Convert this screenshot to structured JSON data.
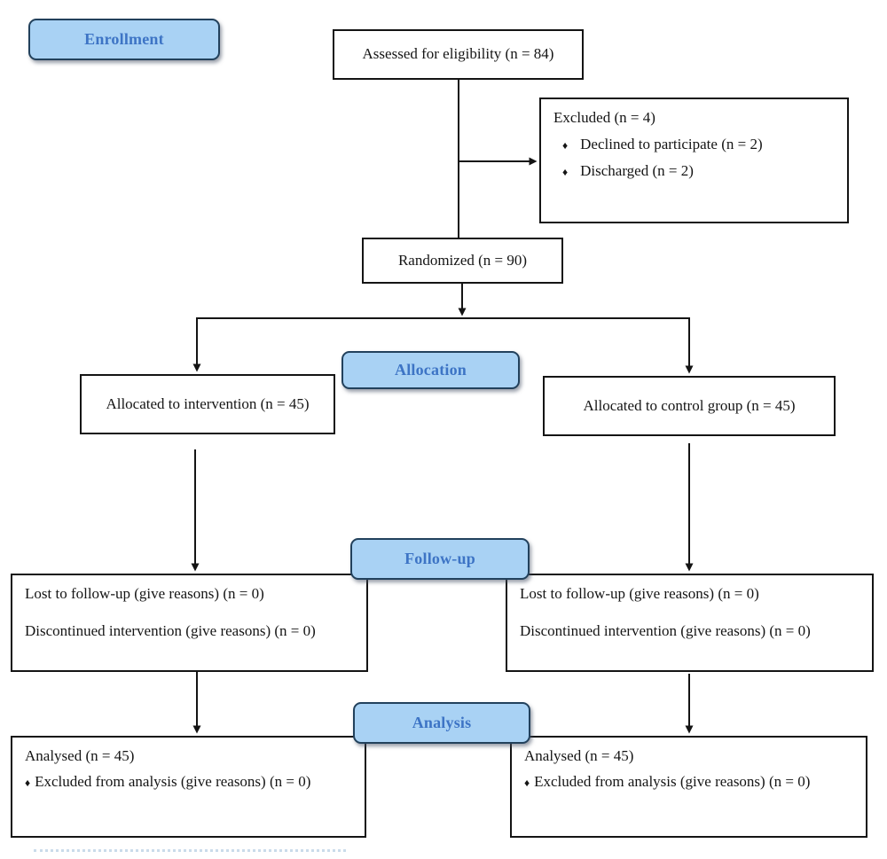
{
  "badges": {
    "enrollment": "Enrollment",
    "allocation": "Allocation",
    "followup": "Follow-up",
    "analysis": "Analysis"
  },
  "bullet_glyph": "♦",
  "boxes": {
    "assessed": "Assessed for eligibility (n = 84)",
    "excluded": {
      "title": "Excluded (n = 4)",
      "items": [
        "Declined to participate (n = 2)",
        "Discharged (n = 2)"
      ]
    },
    "randomized": "Randomized (n = 90)",
    "allocated_intervention": "Allocated to intervention (n = 45)",
    "allocated_control": "Allocated to control group (n = 45)",
    "followup_left": {
      "line1": "Lost to follow-up (give reasons) (n = 0)",
      "line2": "Discontinued intervention (give reasons) (n = 0)"
    },
    "followup_right": {
      "line1": "Lost to follow-up (give reasons) (n = 0)",
      "line2": "Discontinued intervention (give reasons) (n = 0)"
    },
    "analysis_left": {
      "title": "Analysed (n = 45)",
      "items": [
        "Excluded from analysis (give reasons) (n = 0)"
      ]
    },
    "analysis_right": {
      "title": "Analysed (n = 45)",
      "items": [
        "Excluded from analysis (give reasons) (n = 0)"
      ]
    }
  },
  "colors": {
    "badge_fill": "#a9d2f4",
    "badge_border": "#22415c",
    "badge_text": "#3d74c5",
    "box_border": "#141414",
    "connector": "#141414",
    "dotted_edge": "#b9cfe4"
  }
}
